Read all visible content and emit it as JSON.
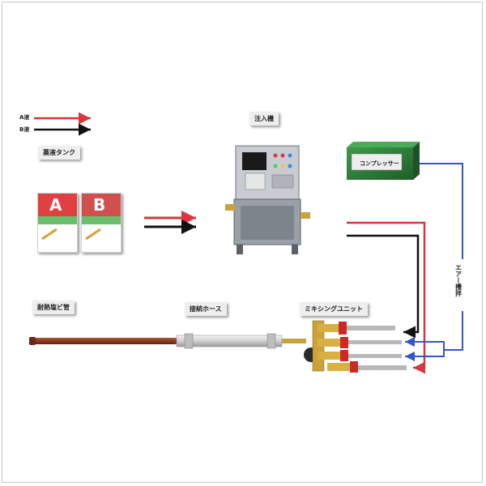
{
  "legend": {
    "a_label": "A液",
    "b_label": "B液",
    "a_color": "#d9363e",
    "b_color": "#111111"
  },
  "labels": {
    "chemical_tank": "薬液タンク",
    "injector": "注入機",
    "compressor": "コンプレッサー",
    "heat_pipe": "耐熱塩ビ管",
    "hose": "接続ホース",
    "mixing_unit": "ミキシングユニット",
    "air_agitation": "エアー攪拌"
  },
  "tanks": [
    {
      "letter": "A",
      "color": "#e04040"
    },
    {
      "letter": "B",
      "color": "#d05050"
    }
  ],
  "colors": {
    "air_line": "#3556c8",
    "compressor": "#2e7d3a",
    "injector_body": "#9aa0a8",
    "pipe": "#8a3a1c"
  }
}
